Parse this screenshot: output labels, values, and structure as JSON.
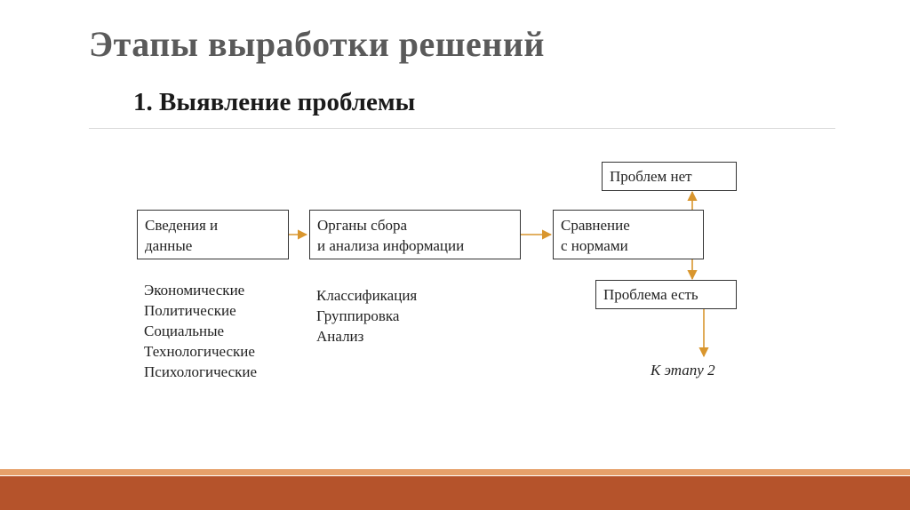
{
  "slide": {
    "title": "Этапы выработки решений",
    "subtitle": "1. Выявление проблемы"
  },
  "diagram": {
    "boxes": {
      "info": "Сведения и\nданные",
      "organs": "Органы сбора\nи анализа информации",
      "compare": "Сравнение\nс нормами",
      "no_problem": "Проблем нет",
      "problem": "Проблема есть"
    },
    "info_list": [
      "Экономические",
      "Политические",
      "Социальные",
      "Технологические",
      "Психологические"
    ],
    "organs_list": [
      "Классификация",
      "Группировка",
      "Анализ"
    ],
    "next_stage": "К этапу 2"
  },
  "colors": {
    "arrow": "#d9962e",
    "band_dark": "#b5532b",
    "band_light": "#e6a06a",
    "title": "#5a5a5a"
  }
}
